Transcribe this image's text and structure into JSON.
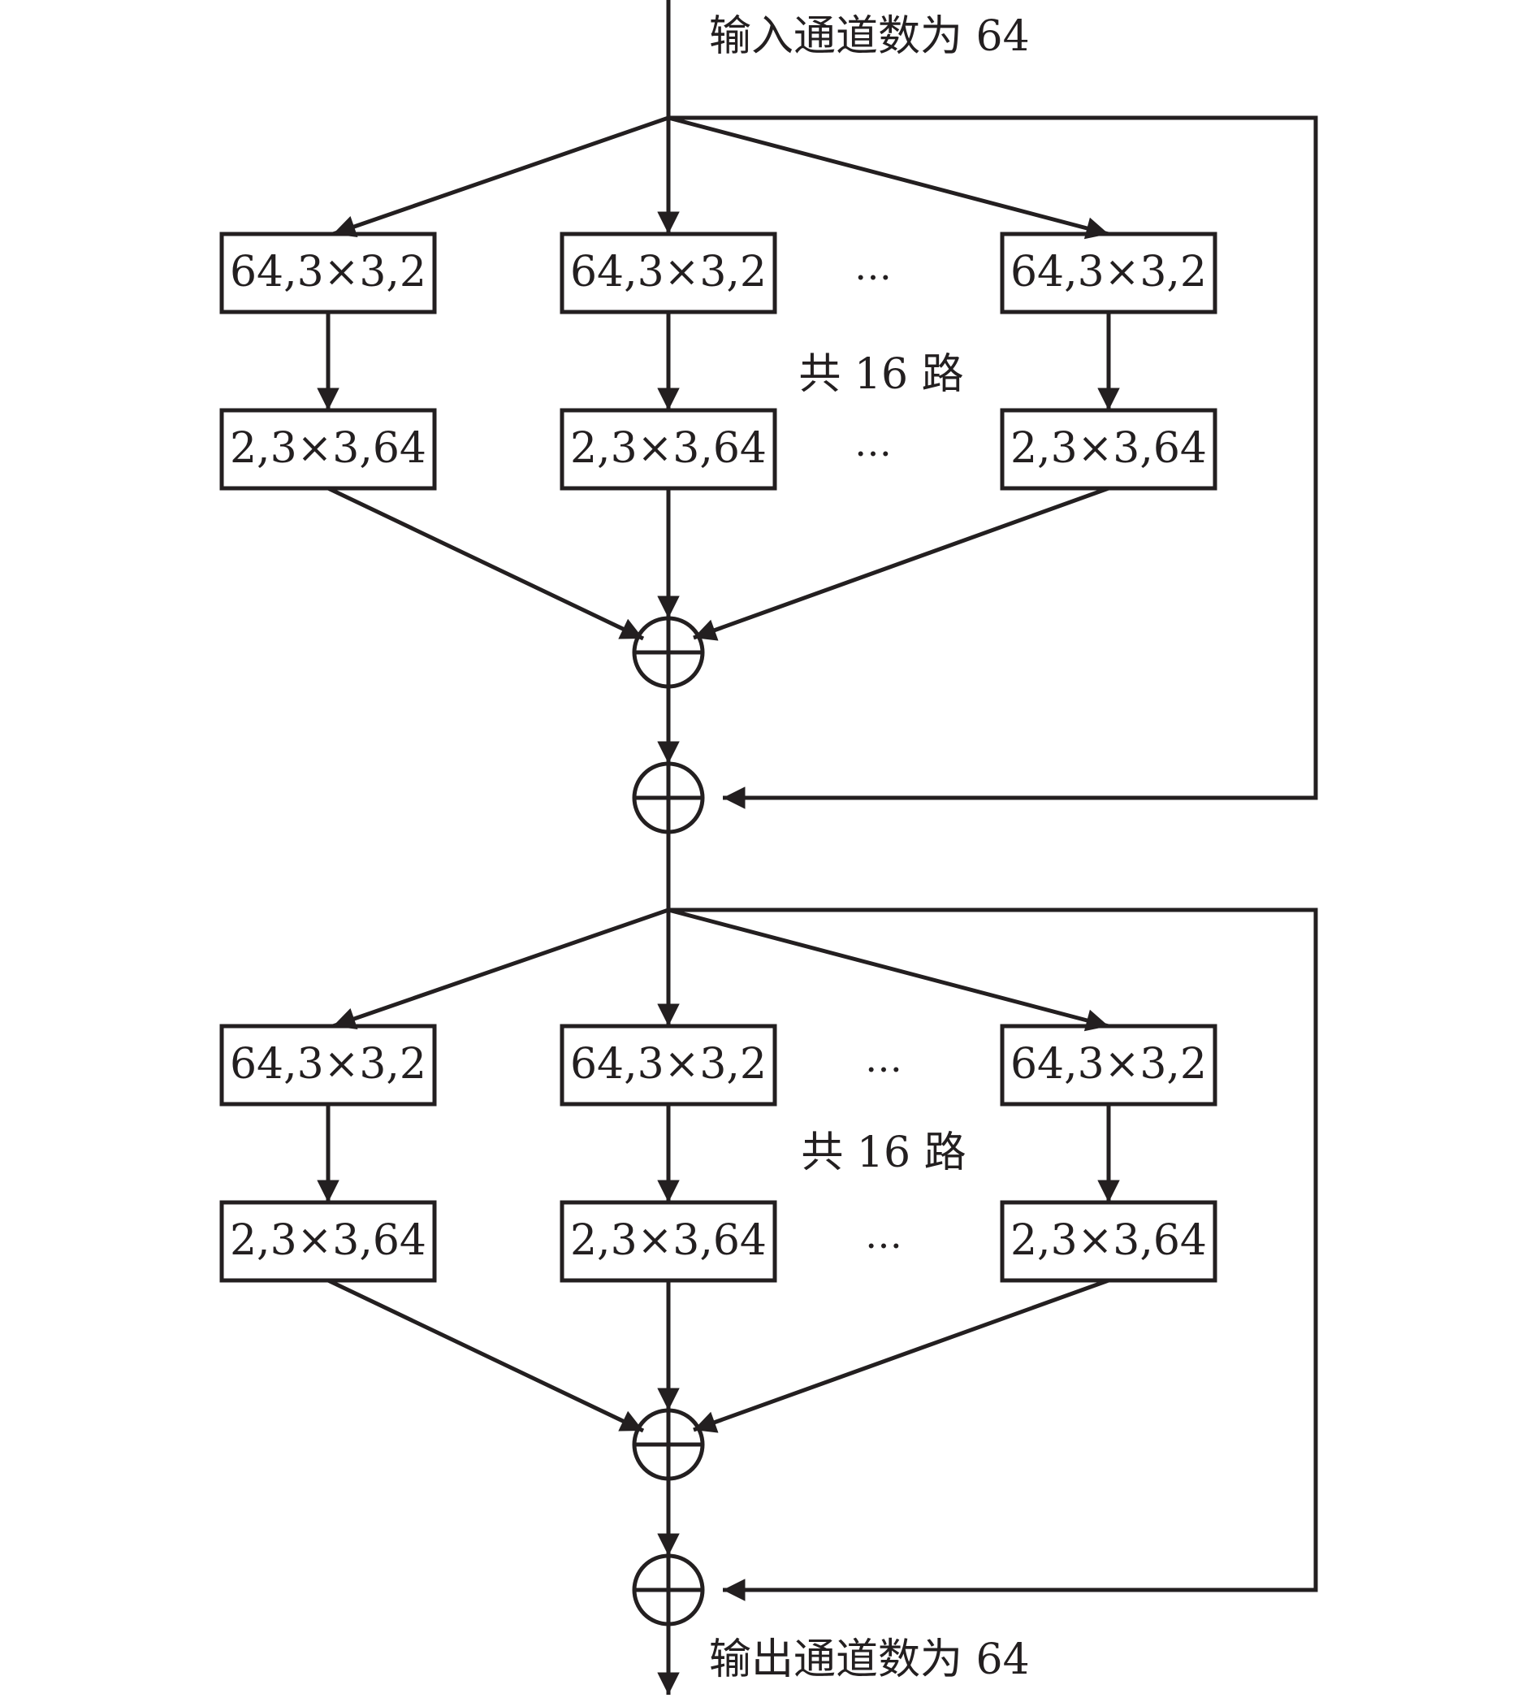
{
  "diagram": {
    "input_label": "输入通道数为 64",
    "output_label": "输出通道数为 64",
    "blocks": [
      {
        "top_row": [
          "64,3×3,2",
          "64,3×3,2",
          "64,3×3,2"
        ],
        "bottom_row": [
          "2,3×3,64",
          "2,3×3,64",
          "2,3×3,64"
        ],
        "ellipsis_top": "…",
        "ellipsis_bottom": "…",
        "paths_label": "共 16 路"
      },
      {
        "top_row": [
          "64,3×3,2",
          "64,3×3,2",
          "64,3×3,2"
        ],
        "bottom_row": [
          "2,3×3,64",
          "2,3×3,64",
          "2,3×3,64"
        ],
        "ellipsis_top": "…",
        "ellipsis_bottom": "…",
        "paths_label": "共 16 路"
      }
    ]
  },
  "colors": {
    "stroke": "#231f20",
    "background": "#ffffff"
  }
}
